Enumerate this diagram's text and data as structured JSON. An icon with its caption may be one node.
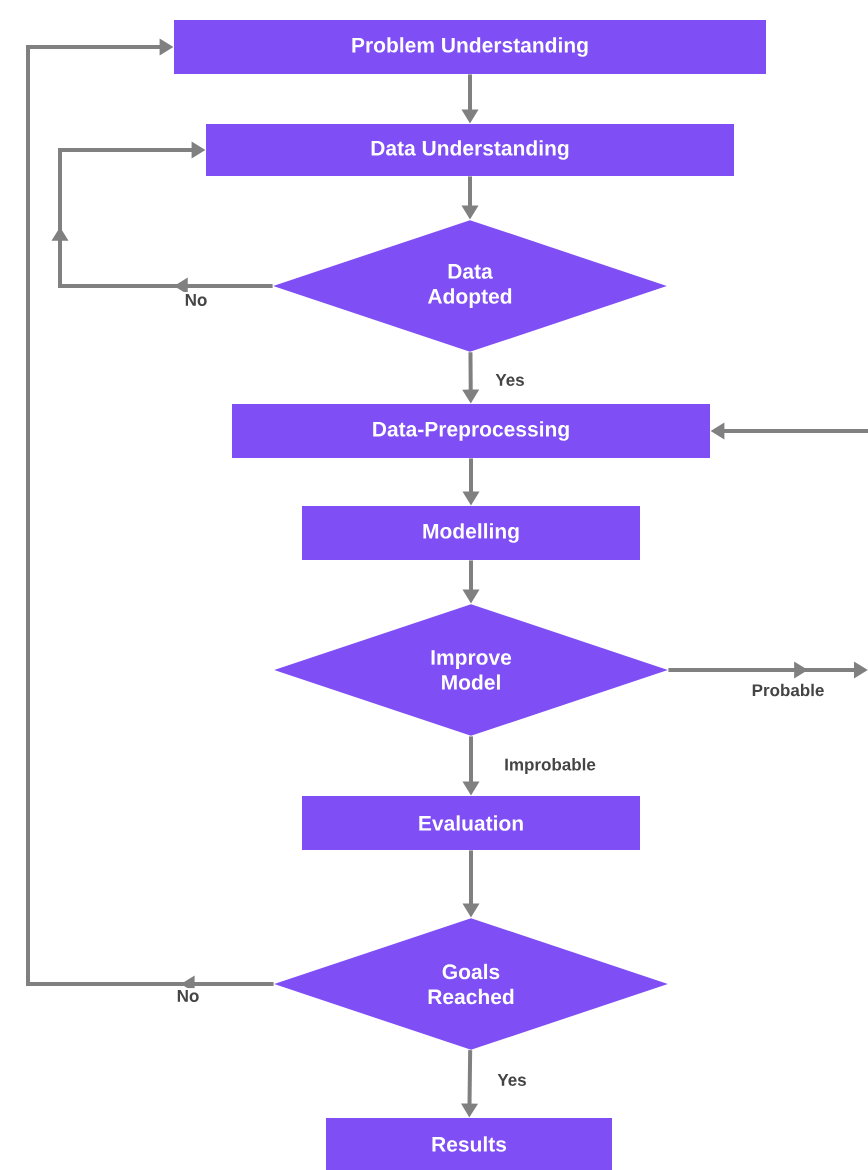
{
  "diagram": {
    "nodes": [
      {
        "text": [
          "Problem Understanding"
        ]
      },
      {
        "text": [
          "Data Understanding"
        ]
      },
      {
        "text": [
          "Data Adopted"
        ]
      },
      {
        "text": [
          "Data-Preprocessing"
        ]
      },
      {
        "text": [
          "Modelling"
        ]
      },
      {
        "text": [
          "Improve Model"
        ]
      },
      {
        "text": [
          "Evaluation"
        ]
      },
      {
        "text": [
          "Goals Reached"
        ]
      },
      {
        "text": [
          "Results"
        ]
      }
    ],
    "edges": [
      {
        "from": 0,
        "to": 1,
        "arrow": "to"
      },
      {
        "from": 1,
        "to": 2,
        "arrow": "to"
      },
      {
        "from": 2,
        "to": 3,
        "arrow": "to",
        "label": "Yes"
      },
      {
        "from": 2,
        "to": 1,
        "arrow": "to",
        "label": "No"
      },
      {
        "from": null,
        "to": 3,
        "arrow": "to"
      },
      {
        "from": 3,
        "to": 4,
        "arrow": "to"
      },
      {
        "from": 4,
        "to": 5,
        "arrow": "to"
      },
      {
        "from": 5,
        "to": null,
        "arrow": "to",
        "label": "Probable"
      },
      {
        "from": 5,
        "to": 6,
        "arrow": "to",
        "label": "Improbable"
      },
      {
        "from": 6,
        "to": 7,
        "arrow": "to"
      },
      {
        "from": 7,
        "to": 0,
        "arrow": "to",
        "label": "No"
      },
      {
        "from": 7,
        "to": 8,
        "arrow": "to",
        "label": "Yes"
      }
    ]
  }
}
